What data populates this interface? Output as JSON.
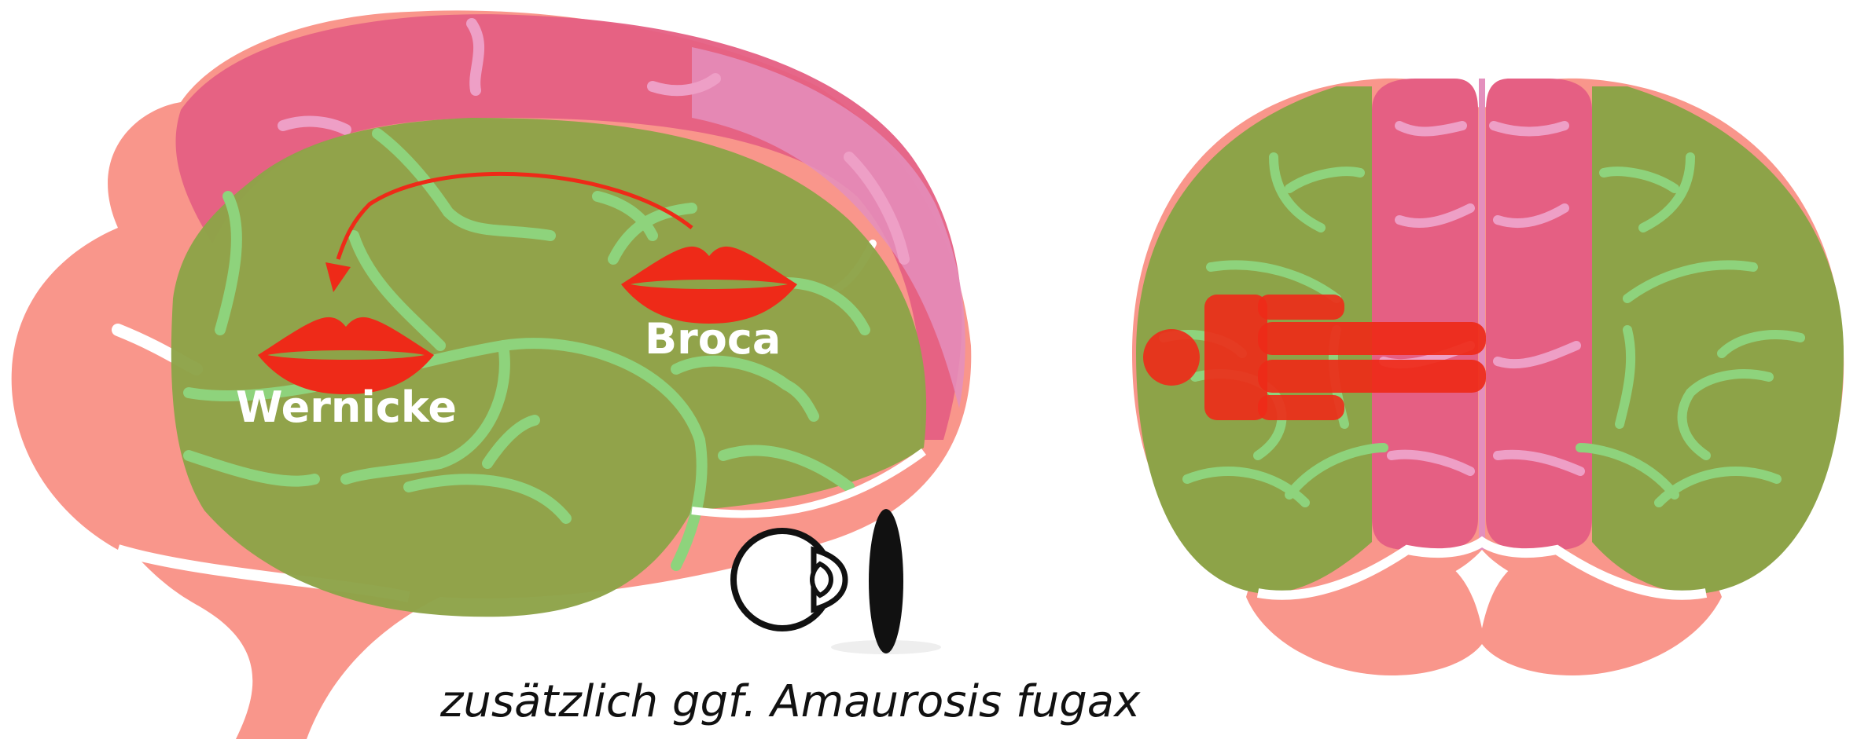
{
  "labels": {
    "wernicke": "Wernicke",
    "broca": "Broca",
    "caption": "zusätzlich ggf. Amaurosis fugax"
  },
  "colors": {
    "brain_base": "#f9968b",
    "affected_area": "#8da348",
    "motor_strip": "#e55f83",
    "motor_strip_light": "#e48fbd",
    "sulci": "#8ed37c",
    "lesion_red": "#ee2a18",
    "outline": "#ffffff",
    "eye_black": "#111111"
  },
  "icons": {
    "lips": "lips-icon",
    "eye": "eye-icon",
    "body_figure": "hemiparesis-figure-icon"
  }
}
